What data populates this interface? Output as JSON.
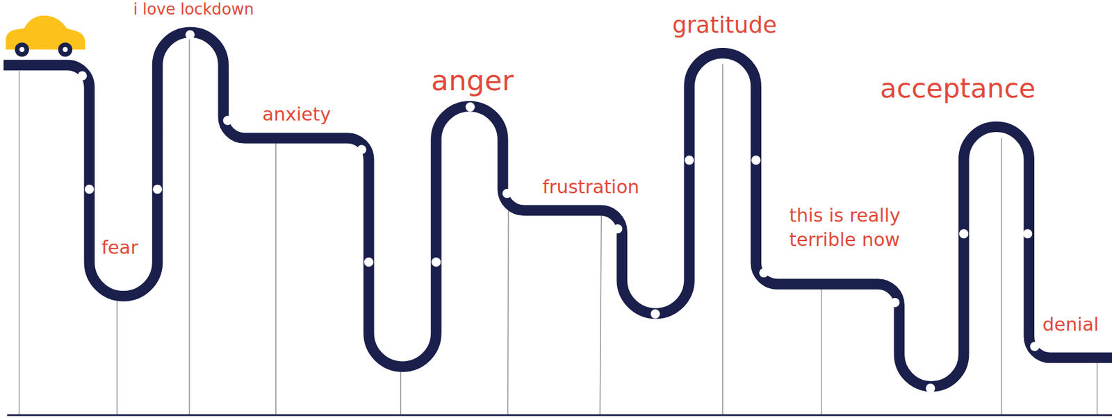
{
  "diagram": {
    "labels": [
      "i love lockdown",
      "fear",
      "anxiety",
      "anger",
      "frustration",
      "gratitude",
      "this is really terrible now",
      "acceptance",
      "denial"
    ]
  }
}
